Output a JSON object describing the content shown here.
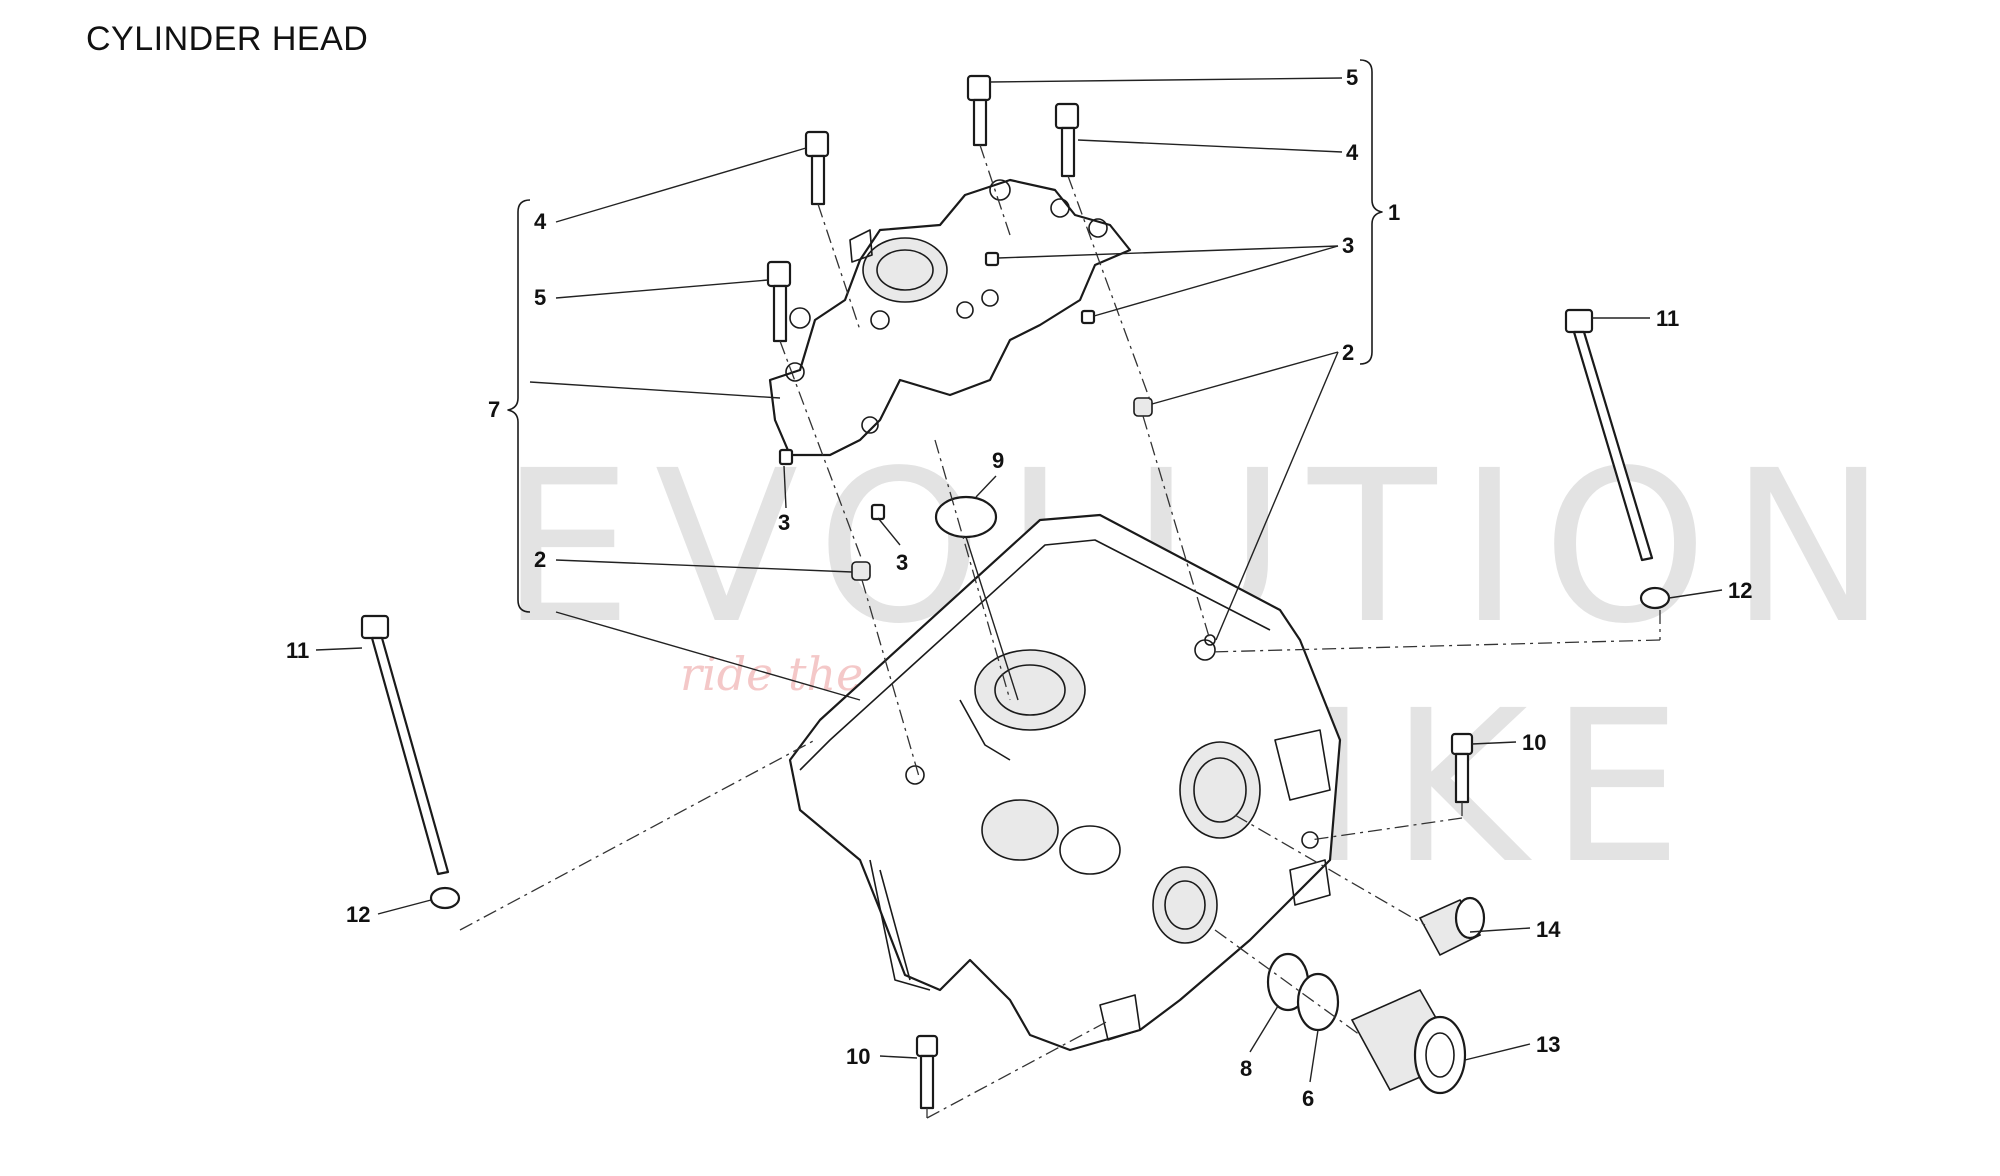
{
  "title": "CYLINDER HEAD",
  "watermark": {
    "line1": "EVOLUTION",
    "line2": "BIKE",
    "tagline": "ride the power"
  },
  "callouts": [
    "5",
    "4",
    "1",
    "3",
    "2",
    "4",
    "5",
    "7",
    "3",
    "3",
    "2",
    "9",
    "11",
    "12",
    "11",
    "12",
    "10",
    "10",
    "14",
    "13",
    "8",
    "6"
  ]
}
